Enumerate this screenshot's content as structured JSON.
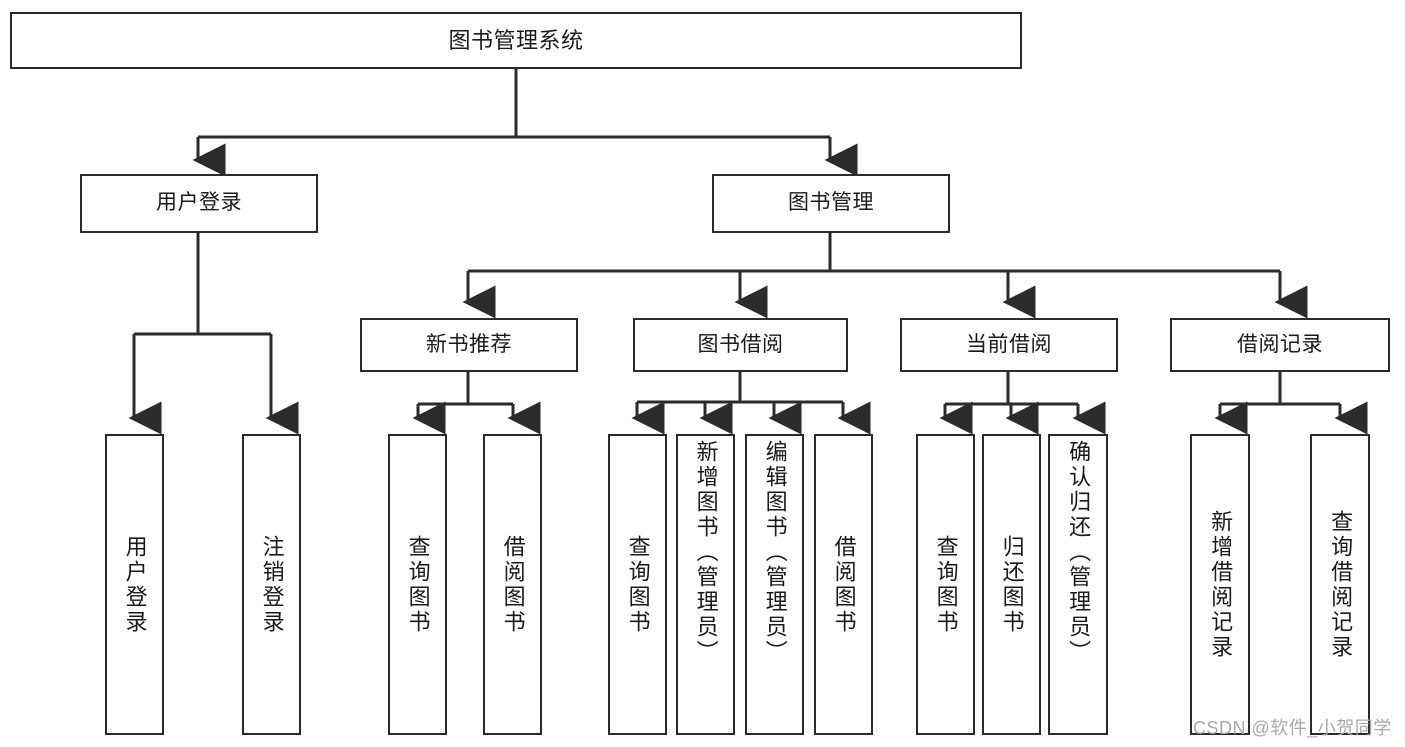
{
  "diagram": {
    "title": "图书管理系统",
    "type": "tree-hierarchy-diagram",
    "colors": {
      "stroke": "#2b2b2b",
      "fill": "#ffffff",
      "text": "#1a1a1a",
      "watermark": "#a9a9a9"
    },
    "root": {
      "label": "图书管理系统"
    },
    "level2": {
      "user_login": {
        "label": "用户登录"
      },
      "book_manage": {
        "label": "图书管理"
      }
    },
    "level3": {
      "new_book_rec": {
        "label": "新书推荐"
      },
      "book_borrow": {
        "label": "图书借阅"
      },
      "current_borrow": {
        "label": "当前借阅"
      },
      "borrow_record": {
        "label": "借阅记录"
      }
    },
    "leaves": {
      "user_login": [
        {
          "label": "用户登录"
        },
        {
          "label": "注销登录"
        }
      ],
      "new_book_rec": [
        {
          "label": "查询图书"
        },
        {
          "label": "借阅图书"
        }
      ],
      "book_borrow": [
        {
          "label": "查询图书"
        },
        {
          "label": "新增图书（管理员）"
        },
        {
          "label": "编辑图书（管理员）"
        },
        {
          "label": "借阅图书"
        }
      ],
      "current_borrow": [
        {
          "label": "查询图书"
        },
        {
          "label": "归还图书"
        },
        {
          "label": "确认归还（管理员）"
        }
      ],
      "borrow_record": [
        {
          "label": "新增借阅记录"
        },
        {
          "label": "查询借阅记录"
        }
      ]
    }
  },
  "watermark": {
    "text": "CSDN @软件_小贺同学"
  }
}
